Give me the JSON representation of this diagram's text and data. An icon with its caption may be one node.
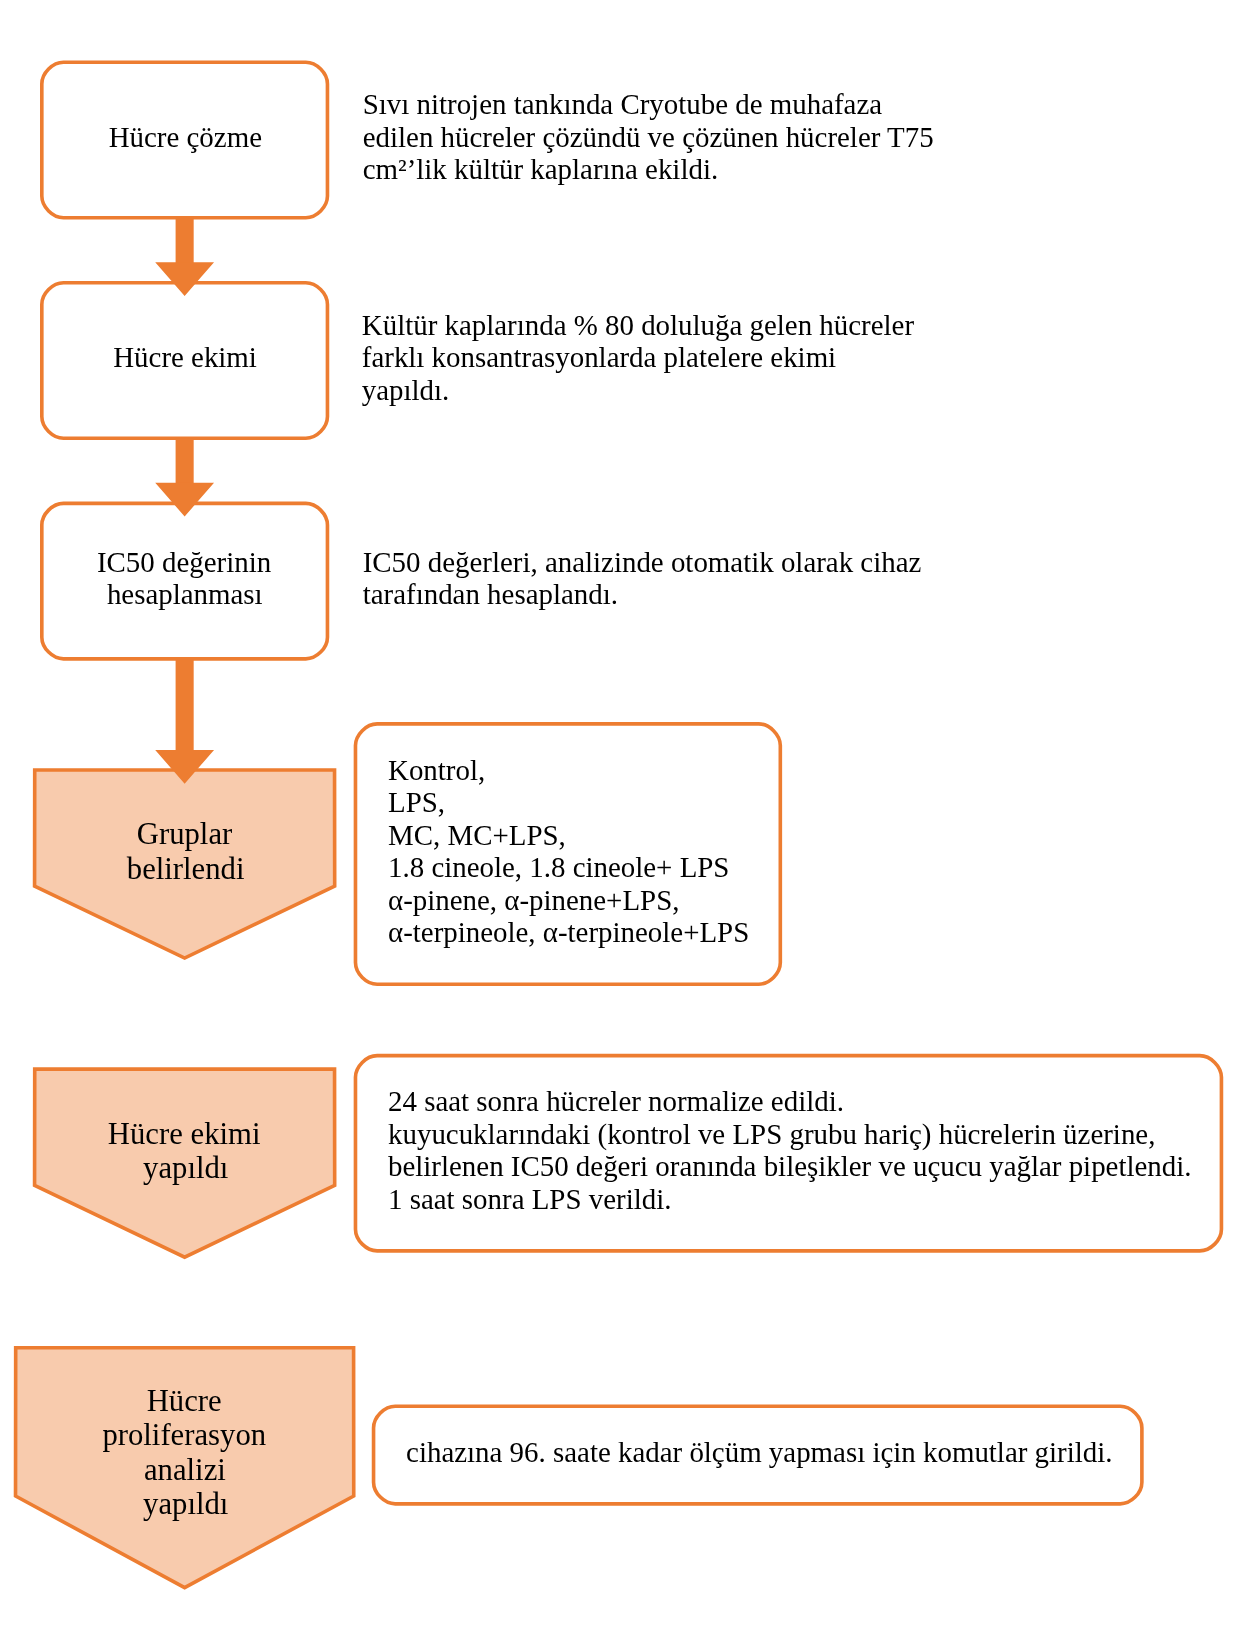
{
  "diagram": {
    "nodes": [
      {
        "text": [
          "Hücre çözme"
        ],
        "beside": [
          "Sıvı nitrojen tankında Cryotube de muhafaza edilen hücreler çözündü ve çözünen hücreler T75 cm²’lik kültür kaplarına ekildi."
        ]
      },
      {
        "text": [
          "Hücre ekimi"
        ],
        "beside": [
          "Kültür kaplarında % 80 doluluğa gelen hücreler farklı konsantrasyonlarda platelere ekimi yapıldı."
        ]
      },
      {
        "text": [
          "IC50 değerinin hesaplanması"
        ],
        "beside": [
          "IC50 değerleri, analizinde otomatik olarak cihaz tarafından hesaplandı."
        ]
      },
      {
        "text": [
          "Gruplar belirlendi"
        ]
      },
      {
        "text": [
          "Kontrol,",
          "LPS,",
          "MC, MC+LPS,",
          "1.8 cineole, 1.8 cineole+ LPS",
          "α-pinene, α-pinene+LPS,",
          "α-terpineole, α-terpineole+LPS"
        ]
      },
      {
        "text": [
          "Hücre ekimi yapıldı"
        ]
      },
      {
        "text": [
          "24 saat sonra hücreler normalize edildi.",
          "kuyucuklarındaki (kontrol ve LPS grubu hariç) hücrelerin üzerine, belirlenen IC50 değeri oranında bileşikler ve uçucu yağlar pipetlendi.",
          "1 saat sonra LPS verildi."
        ]
      },
      {
        "text": [
          "Hücre proliferasyon analizi yapıldı"
        ]
      },
      {
        "text": [
          "cihazına 96. saate kadar ölçüm yapması için komutlar girildi."
        ]
      }
    ],
    "edges": [
      {
        "from": 0,
        "to": 1,
        "arrow": "to"
      },
      {
        "from": 1,
        "to": 2,
        "arrow": "to"
      },
      {
        "from": 2,
        "to": 3,
        "arrow": "to"
      }
    ]
  }
}
